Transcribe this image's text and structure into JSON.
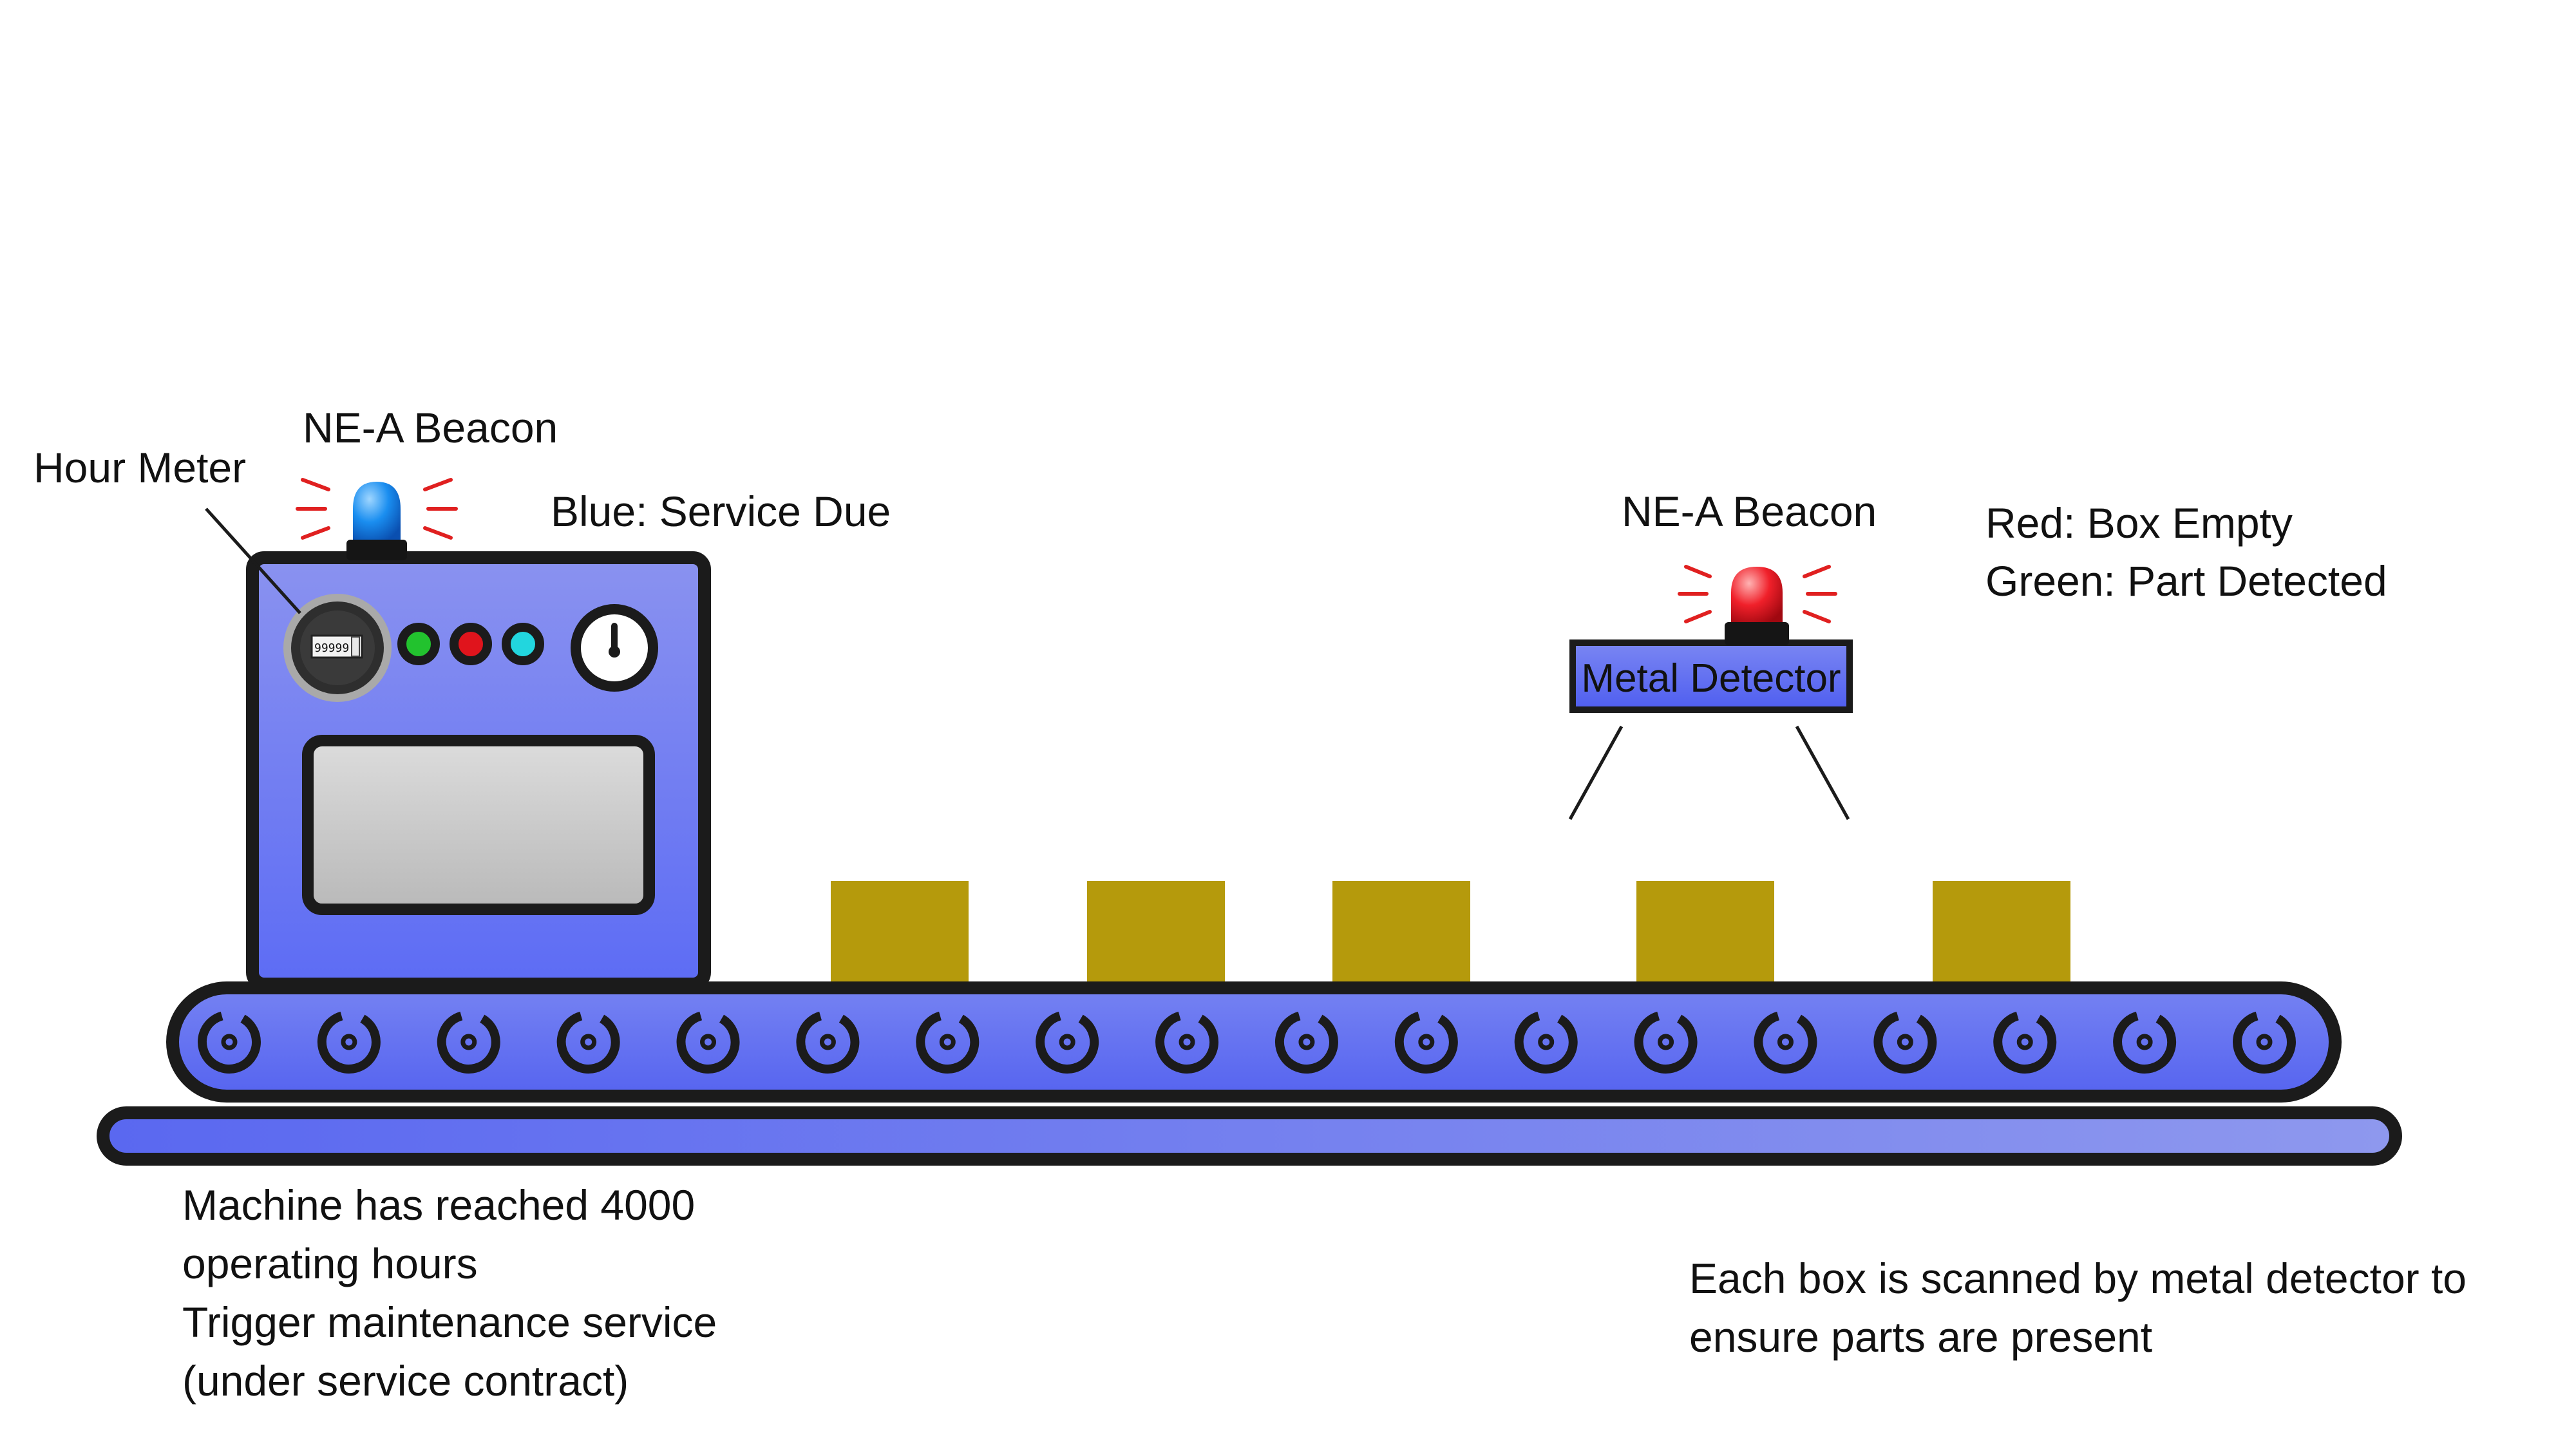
{
  "colors": {
    "machine_body": "#6f7df0",
    "belt_fill": "#6170f3",
    "base_rail": "#6c79f2",
    "outline": "#1b1b1b",
    "box_fill": "#b59a0c",
    "screen_fill": "#cfcfcf",
    "indicator_green": "#22c22e",
    "indicator_red": "#e0141c",
    "indicator_cyan": "#22d6de",
    "beacon_blue": "#1a8ef0",
    "beacon_red": "#f0202a",
    "detector_fill": "#5f6ef2"
  },
  "labels": {
    "hour_meter": "Hour Meter",
    "beacon_left": "NE-A Beacon",
    "blue_service": "Blue: Service Due",
    "beacon_right": "NE-A Beacon",
    "red_box_empty": "Red: Box Empty",
    "green_part": "Green: Part Detected",
    "metal_detector": "Metal Detector",
    "hour_counter": "99999"
  },
  "notes": {
    "machine_lines": [
      "Machine has reached 4000",
      "operating hours",
      "Trigger maintenance service",
      "(under service contract)"
    ],
    "detector_lines": [
      "Each box is scanned by metal detector to",
      "ensure parts are present"
    ]
  },
  "icons": {
    "blue_beacon": "beacon-icon",
    "red_beacon": "beacon-icon",
    "hour_meter": "hour-meter-icon",
    "gauge": "pressure-gauge-icon",
    "roller": "roller-icon"
  },
  "conveyor": {
    "roller_count": 18,
    "box_count": 5
  }
}
